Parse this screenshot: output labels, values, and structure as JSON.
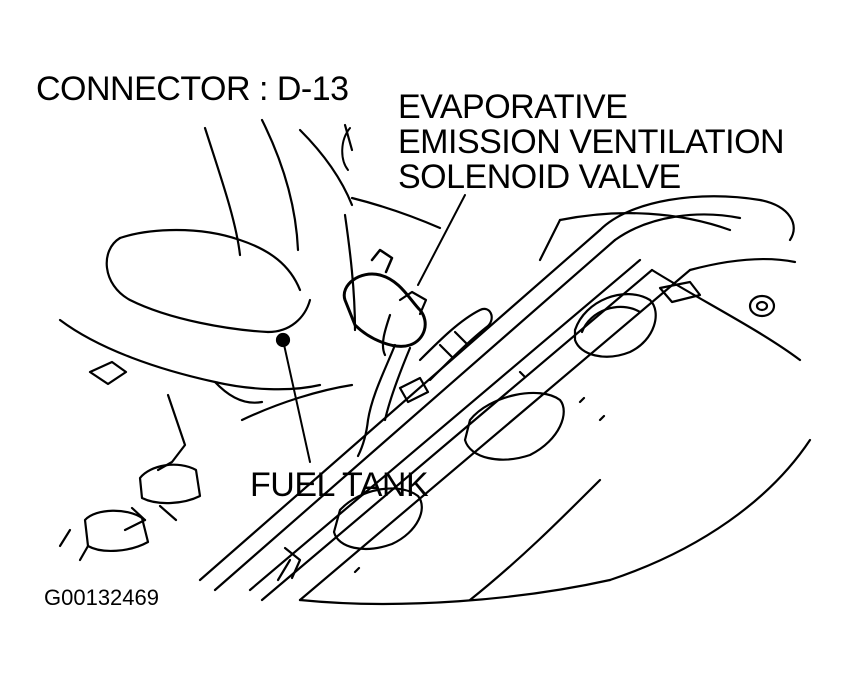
{
  "labels": {
    "connector": "CONNECTOR : D-13",
    "valve_line1": "EVAPORATIVE",
    "valve_line2": "EMISSION VENTILATION",
    "valve_line3": "SOLENOID VALVE",
    "fuel_tank": "FUEL TANK",
    "figure_code": "G00132469"
  },
  "colors": {
    "ink": "#000000",
    "paper": "#ffffff"
  }
}
